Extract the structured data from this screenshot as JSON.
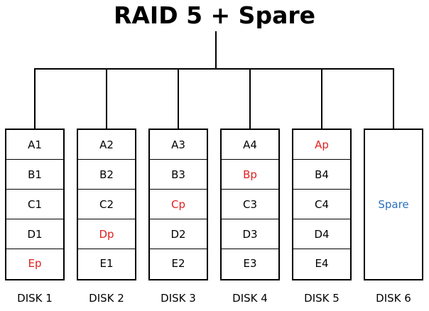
{
  "title": "RAID 5 + Spare",
  "colors": {
    "data": "#000000",
    "parity": "#e02020",
    "spare": "#2a6fbf"
  },
  "disks": [
    {
      "label": "DISK 1",
      "blocks": [
        {
          "text": "A1",
          "parity": false
        },
        {
          "text": "B1",
          "parity": false
        },
        {
          "text": "C1",
          "parity": false
        },
        {
          "text": "D1",
          "parity": false
        },
        {
          "text": "Ep",
          "parity": true
        }
      ]
    },
    {
      "label": "DISK 2",
      "blocks": [
        {
          "text": "A2",
          "parity": false
        },
        {
          "text": "B2",
          "parity": false
        },
        {
          "text": "C2",
          "parity": false
        },
        {
          "text": "Dp",
          "parity": true
        },
        {
          "text": "E1",
          "parity": false
        }
      ]
    },
    {
      "label": "DISK 3",
      "blocks": [
        {
          "text": "A3",
          "parity": false
        },
        {
          "text": "B3",
          "parity": false
        },
        {
          "text": "Cp",
          "parity": true
        },
        {
          "text": "D2",
          "parity": false
        },
        {
          "text": "E2",
          "parity": false
        }
      ]
    },
    {
      "label": "DISK 4",
      "blocks": [
        {
          "text": "A4",
          "parity": false
        },
        {
          "text": "Bp",
          "parity": true
        },
        {
          "text": "C3",
          "parity": false
        },
        {
          "text": "D3",
          "parity": false
        },
        {
          "text": "E3",
          "parity": false
        }
      ]
    },
    {
      "label": "DISK 5",
      "blocks": [
        {
          "text": "Ap",
          "parity": true
        },
        {
          "text": "B4",
          "parity": false
        },
        {
          "text": "C4",
          "parity": false
        },
        {
          "text": "D4",
          "parity": false
        },
        {
          "text": "E4",
          "parity": false
        }
      ]
    },
    {
      "label": "DISK 6",
      "spare": "Spare"
    }
  ]
}
